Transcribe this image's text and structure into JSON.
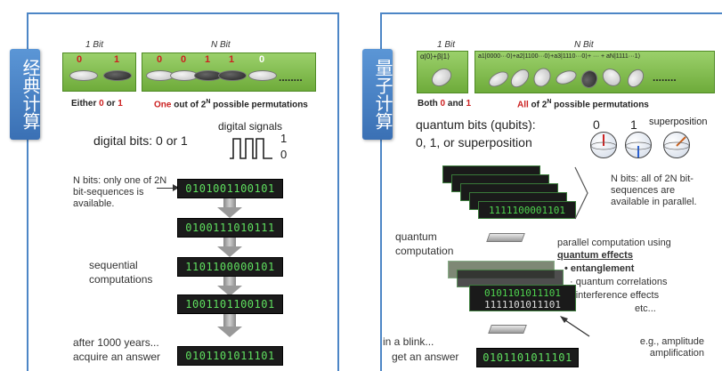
{
  "classical": {
    "tab_title": "经典计算",
    "one_bit": "1 Bit",
    "n_bit": "N Bit",
    "bit_zero": "0",
    "bit_one": "1",
    "nbit_values": [
      "0",
      "0",
      "1",
      "1",
      "0"
    ],
    "dots": "........",
    "either_pre": "Either ",
    "either_zero": "0",
    "either_or": " or ",
    "either_one": "1",
    "one_out_red": "One",
    "one_out_rest": " out of 2",
    "one_out_sup": "N",
    "one_out_tail": " possible permutations",
    "digital_bits": "digital bits:  0 or 1",
    "digital_signals": "digital signals",
    "signal_one": "1",
    "signal_zero": "0",
    "nbits_note": "N bits: only one of 2N bit-sequences is available.",
    "sequential": "sequential computations",
    "after_years": "after 1000 years... acquire an answer",
    "bit_rows": [
      "0101001100101",
      "0100111010111",
      "1101100000101",
      "1001101100101",
      "0101101011101"
    ]
  },
  "quantum": {
    "tab_title": "量子计算",
    "one_bit": "1 Bit",
    "n_bit": "N Bit",
    "alpha_beta": "α|0⟩+β|1⟩",
    "superposition_formula": "a1|0000···0⟩+a2|1100···0⟩+a3|1110···0⟩+ ··· + aN|1111···1⟩",
    "both_pre": "Both ",
    "both_zero": "0",
    "both_and": " and ",
    "both_one": "1",
    "all_red": "All",
    "all_of": " of 2",
    "all_sup": "N",
    "all_tail": " possible permutations",
    "qubits_line1": "quantum bits (qubits):",
    "qubits_line2": "0, 1, or superposition",
    "label_zero": "0",
    "label_one": "1",
    "label_superposition": "superposition",
    "nbits_parallel": "N bits: all of 2N bit-sequences are available in parallel.",
    "stack_top": "1111100001101",
    "quantum_computation": "quantum computation",
    "parallel_title": "parallel computation using",
    "quantum_effects": "quantum effects",
    "effects": [
      "• entanglement",
      "· quantum correlations",
      "· interference effects"
    ],
    "etc": "etc...",
    "stack_bottom_a": "0101101011101",
    "stack_bottom_b": "1111101011101",
    "in_a_blink": "in a blink...",
    "get_answer": "get an answer",
    "amplitude": "e.g., amplitude amplification",
    "answer": "0101101011101"
  }
}
